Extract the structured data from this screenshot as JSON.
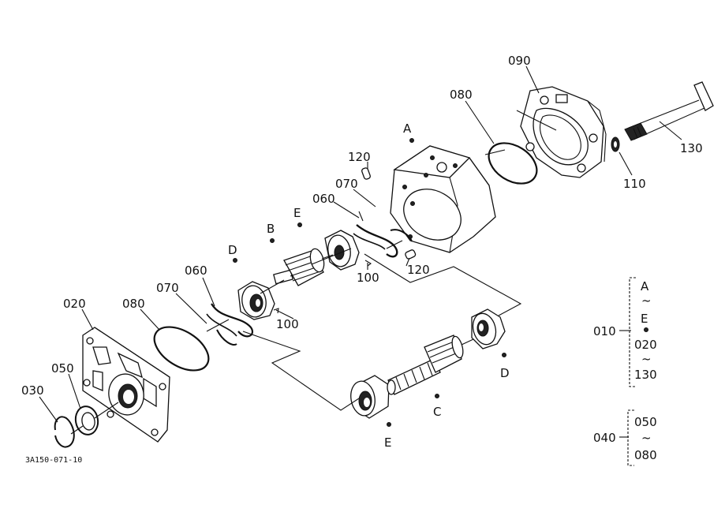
{
  "drawing_code": "3A150-071-10",
  "labels": {
    "p090": "090",
    "p080_top": "080",
    "p130_top": "130",
    "p110": "110",
    "pA": "A",
    "p120_top": "120",
    "p070_mid": "070",
    "p060_mid": "060",
    "pE_mid": "E",
    "pB": "B",
    "p100_mid": "100",
    "p120_mid": "120",
    "pD_left": "D",
    "p060_left": "060",
    "p070_left": "070",
    "p100_left": "100",
    "p020": "020",
    "p080_left": "080",
    "p050": "050",
    "p030": "030",
    "pE_bottom": "E",
    "pC": "C",
    "pD_right": "D"
  },
  "legend": {
    "group1": {
      "code": "010",
      "items": [
        "A",
        "~",
        "E",
        "020",
        "~",
        "130"
      ]
    },
    "group2": {
      "code": "040",
      "items": [
        "050",
        "~",
        "080"
      ]
    }
  }
}
